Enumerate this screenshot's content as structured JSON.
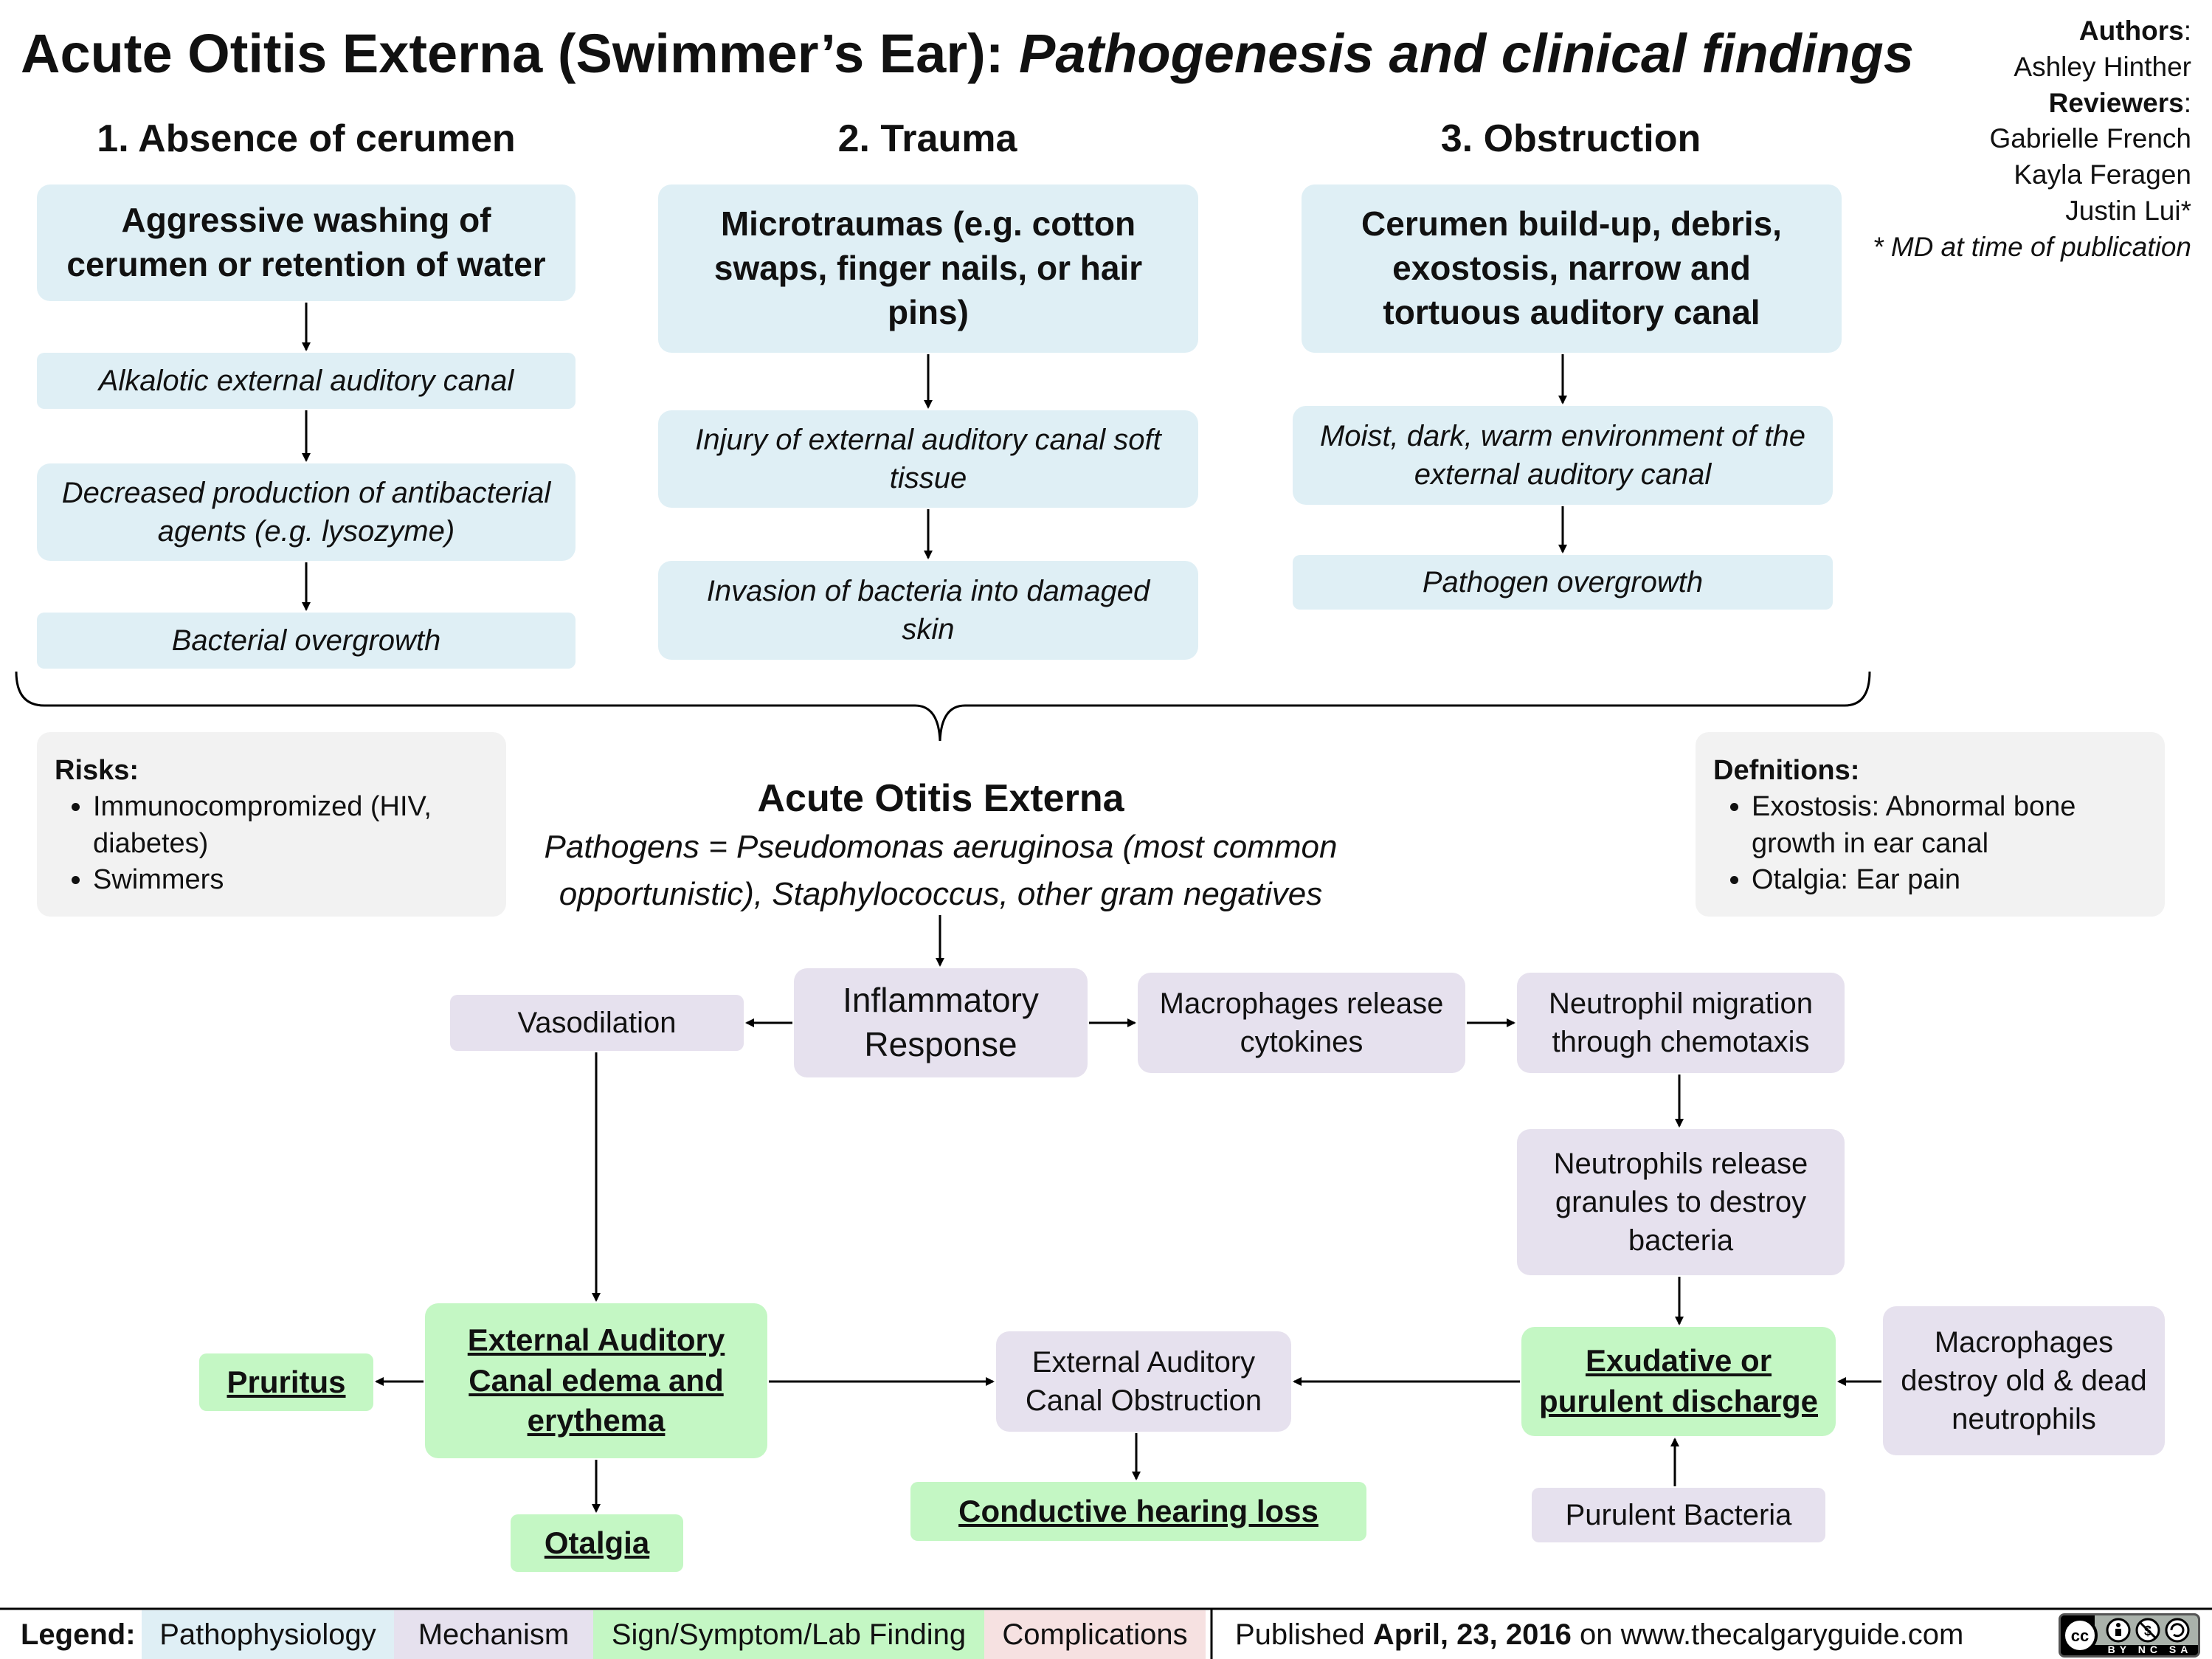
{
  "title": {
    "main": "Acute Otitis Externa (Swimmer’s Ear):",
    "sub": "Pathogenesis and clinical findings"
  },
  "credits": {
    "authors_label": "Authors",
    "authors": [
      "Ashley Hinther"
    ],
    "reviewers_label": "Reviewers",
    "reviewers": [
      "Gabrielle French",
      "Kayla Feragen",
      "Justin Lui*"
    ],
    "note": "* MD at time of publication"
  },
  "columns": {
    "absence": {
      "heading": "1. Absence of cerumen",
      "cause": "Aggressive washing of cerumen or retention of water",
      "steps": [
        "Alkalotic external auditory canal",
        "Decreased production of antibacterial agents (e.g. lysozyme)",
        "Bacterial overgrowth"
      ]
    },
    "trauma": {
      "heading": "2. Trauma",
      "cause": "Microtraumas (e.g. cotton swaps, finger nails, or hair pins)",
      "steps": [
        "Injury of external auditory canal soft tissue",
        "Invasion of bacteria into damaged skin"
      ]
    },
    "obstruction": {
      "heading": "3. Obstruction",
      "cause": "Cerumen build-up, debris, exostosis, narrow and tortuous auditory canal",
      "steps": [
        "Moist, dark, warm environment of the external auditory canal",
        "Pathogen overgrowth"
      ]
    }
  },
  "risks": {
    "label": "Risks:",
    "items": [
      "Immunocompromized (HIV, diabetes)",
      "Swimmers"
    ]
  },
  "definitions": {
    "label": "Defnitions:",
    "items": [
      "Exostosis: Abnormal bone growth in ear canal",
      "Otalgia: Ear pain"
    ]
  },
  "center": {
    "title": "Acute Otitis Externa",
    "pathogens": "Pathogens = Pseudomonas aeruginosa (most common opportunistic), Staphylococcus, other gram negatives"
  },
  "mechanism": {
    "inflammatory": "Inflammatory Response",
    "vasodilation": "Vasodilation",
    "macrophages_cytokines": "Macrophages release cytokines",
    "neutrophil_migration": "Neutrophil migration through chemotaxis",
    "neutrophils_granules": "Neutrophils release granules to destroy bacteria",
    "canal_obstruction": "External Auditory Canal Obstruction",
    "purulent_bacteria": "Purulent Bacteria",
    "macrophages_destroy": "Macrophages destroy old & dead neutrophils"
  },
  "findings": {
    "edema": "External Auditory Canal edema and erythema",
    "pruritus": "Pruritus",
    "otalgia": "Otalgia",
    "hearing_loss": "Conductive hearing loss",
    "discharge": "Exudative or purulent discharge"
  },
  "legend": {
    "label": "Legend:",
    "items": [
      {
        "text": "Pathophysiology",
        "color": "#dfeff5"
      },
      {
        "text": "Mechanism",
        "color": "#e6e1ee"
      },
      {
        "text": "Sign/Symptom/Lab Finding",
        "color": "#c4f7c4"
      },
      {
        "text": "Complications",
        "color": "#f6e1e1"
      }
    ],
    "published_prefix": "Published",
    "published_date": "April, 23, 2016",
    "published_suffix": "on www.thecalgaryguide.com",
    "license_icon": "cc-by-nc-sa-icon",
    "license_text": "BY NC SA"
  }
}
